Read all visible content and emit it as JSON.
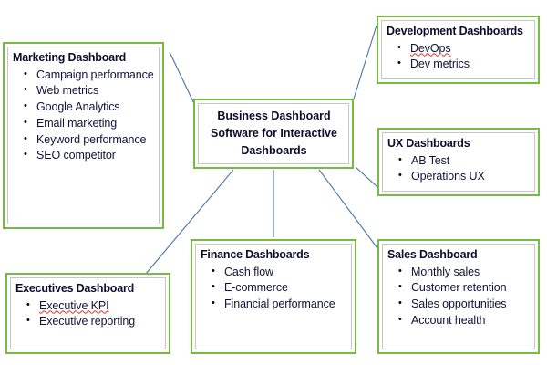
{
  "diagram": {
    "title": "Business Dashboard Software for Interactive Dashboards",
    "accent_color": "#76bc43",
    "inner_border_color": "#c6c6c6",
    "connector_color": "#4472a8",
    "text_color": "#12123a",
    "background": "#ffffff"
  },
  "center": {
    "lines": [
      "Business Dashboard",
      "Software for Interactive",
      "Dashboards"
    ]
  },
  "nodes": [
    {
      "id": "marketing",
      "title": "Marketing Dashboard",
      "items": [
        "Campaign performance",
        "Web metrics",
        "Google Analytics",
        "Email marketing",
        "Keyword performance",
        "SEO competitor"
      ]
    },
    {
      "id": "development",
      "title": "Development Dashboards",
      "items": [
        "DevOps",
        "Dev metrics"
      ]
    },
    {
      "id": "ux",
      "title": "UX Dashboards",
      "items": [
        "AB Test",
        "Operations UX"
      ]
    },
    {
      "id": "sales",
      "title": "Sales Dashboard",
      "items": [
        "Monthly sales",
        "Customer retention",
        "Sales opportunities",
        "Account health"
      ]
    },
    {
      "id": "finance",
      "title": "Finance Dashboards",
      "items": [
        "Cash flow",
        "E-commerce",
        "Financial performance"
      ]
    },
    {
      "id": "executives",
      "title": "Executives Dashboard",
      "items": [
        "Executive KPI",
        "Executive reporting"
      ]
    }
  ],
  "bullet_glyph": "•"
}
